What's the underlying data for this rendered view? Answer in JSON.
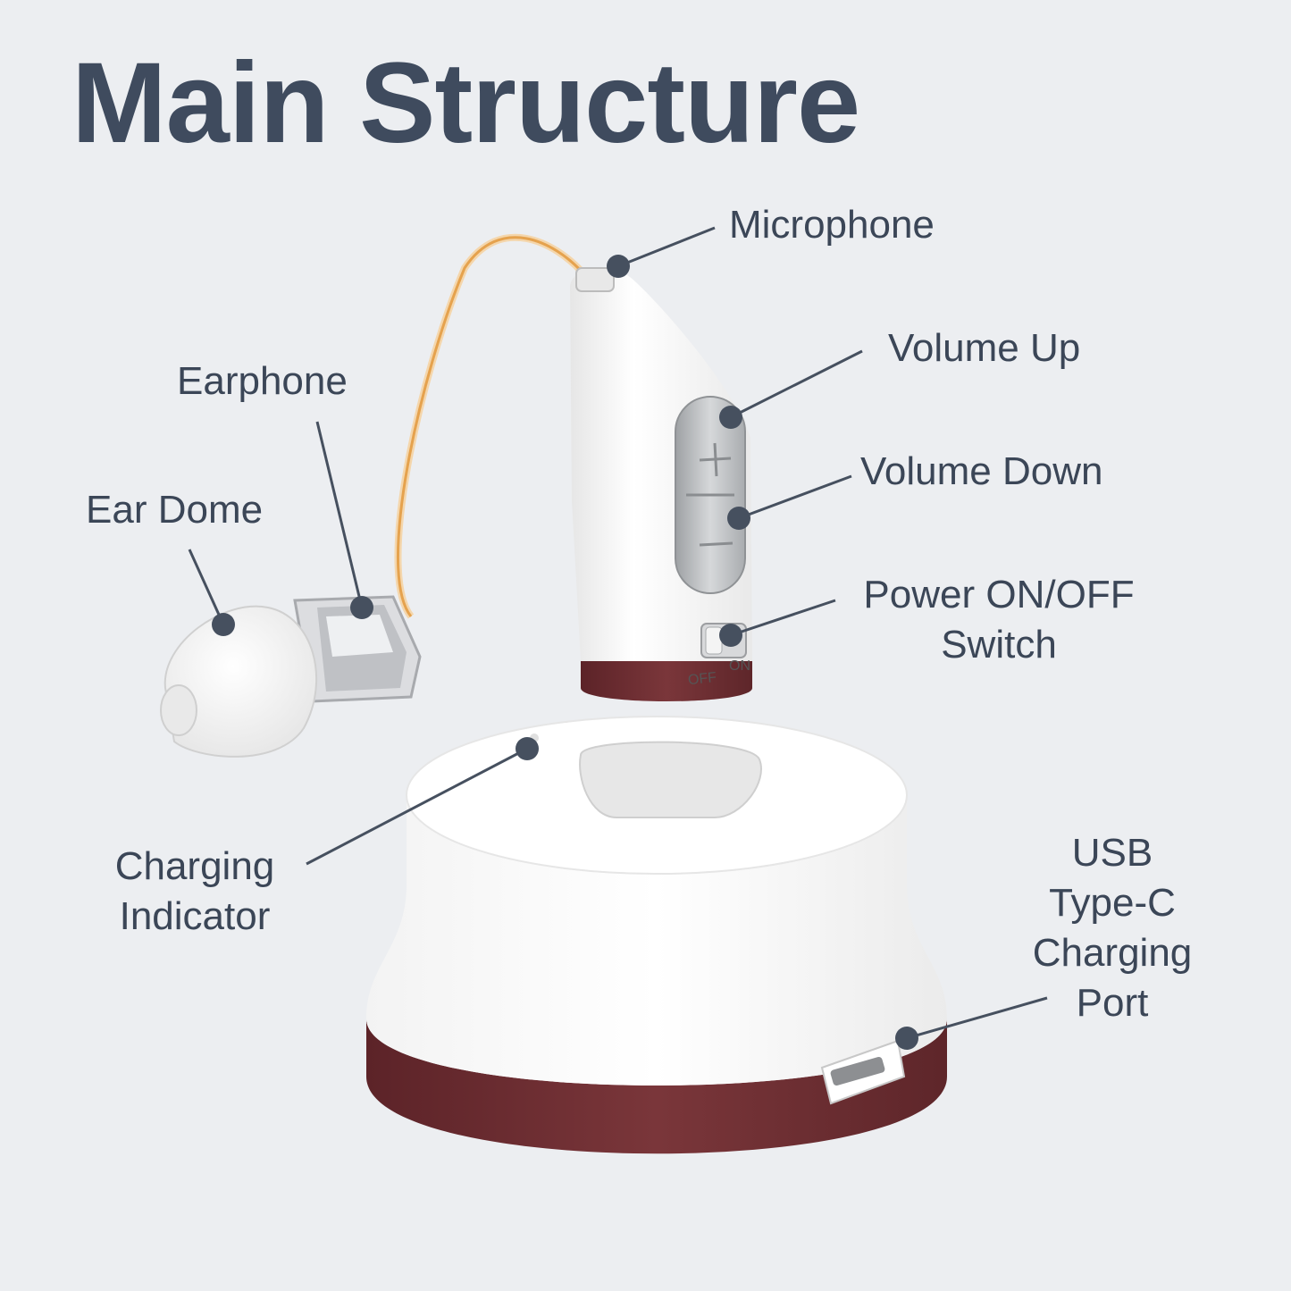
{
  "title": "Main Structure",
  "colors": {
    "background": "#eceef1",
    "title": "#3f4b5e",
    "label": "#3b4657",
    "device_white": "#fbfbfb",
    "base_burgundy": "#6e2e32",
    "tube_orange": "#e5a24e",
    "button_silver": "#b5b8bb"
  },
  "labels": {
    "microphone": "Microphone",
    "volume_up": "Volume Up",
    "volume_down": "Volume Down",
    "power_line1": "Power ON/OFF",
    "power_line2": "Switch",
    "earphone": "Earphone",
    "ear_dome": "Ear Dome",
    "charging_line1": "Charging",
    "charging_line2": "Indicator",
    "usb_line1": "USB",
    "usb_line2": "Type-C",
    "usb_line3": "Charging",
    "usb_line4": "Port"
  },
  "device": {
    "switch_off": "OFF",
    "switch_on": "ON",
    "plus_icon": "plus-icon",
    "minus_icon": "minus-icon"
  }
}
